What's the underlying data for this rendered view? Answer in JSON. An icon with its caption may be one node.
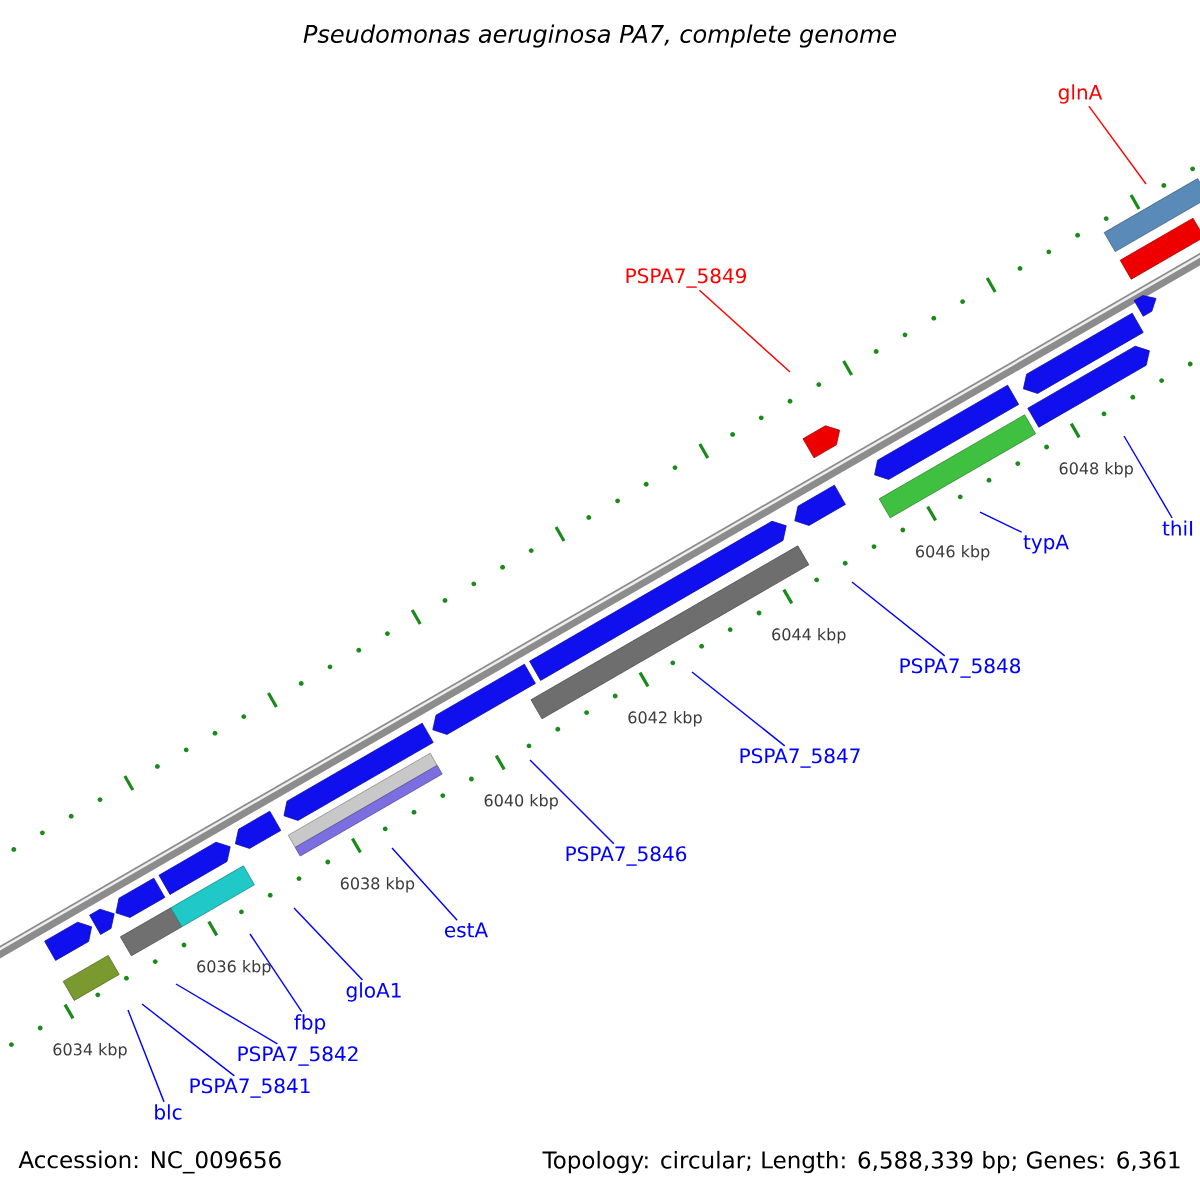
{
  "diagram": {
    "title": "Pseudomonas aeruginosa PA7, complete genome",
    "nodes": [
      {
        "text": [
          "glnA"
        ]
      },
      {
        "text": [
          "PSPA7_5849"
        ]
      },
      {
        "text": [
          "thiI"
        ]
      },
      {
        "text": [
          "typA"
        ]
      },
      {
        "text": [
          "PSPA7_5848"
        ]
      },
      {
        "text": [
          "PSPA7_5847"
        ]
      },
      {
        "text": [
          "PSPA7_5846"
        ]
      },
      {
        "text": [
          "estA"
        ]
      },
      {
        "text": [
          "gloA1"
        ]
      },
      {
        "text": [
          "fbp"
        ]
      },
      {
        "text": [
          "PSPA7_5842"
        ]
      },
      {
        "text": [
          "PSPA7_5841"
        ]
      },
      {
        "text": [
          "blc"
        ]
      }
    ],
    "edges": [
      {
        "from": 0,
        "to": null,
        "arrow": "none",
        "color": "#ff0000"
      },
      {
        "from": 1,
        "to": null,
        "arrow": "none",
        "color": "#ff0000"
      },
      {
        "from": 2,
        "to": null,
        "arrow": "none"
      },
      {
        "from": 3,
        "to": null,
        "arrow": "none"
      },
      {
        "from": 4,
        "to": null,
        "arrow": "none"
      },
      {
        "from": 5,
        "to": null,
        "arrow": "none"
      },
      {
        "from": 6,
        "to": null,
        "arrow": "none"
      },
      {
        "from": 7,
        "to": null,
        "arrow": "none"
      },
      {
        "from": 8,
        "to": null,
        "arrow": "none"
      },
      {
        "from": 9,
        "to": null,
        "arrow": "none"
      },
      {
        "from": 10,
        "to": null,
        "arrow": "none"
      },
      {
        "from": 11,
        "to": null,
        "arrow": "none"
      },
      {
        "from": 12,
        "to": null,
        "arrow": "none"
      }
    ],
    "labels": [
      "6034 kbp",
      "6036 kbp",
      "6038 kbp",
      "6040 kbp",
      "6042 kbp",
      "6044 kbp",
      "6046 kbp",
      "6048 kbp",
      "Accession: NC_009656",
      "Topology: circular; Length: 6,588,339 bp; Genes: 6,361"
    ]
  }
}
